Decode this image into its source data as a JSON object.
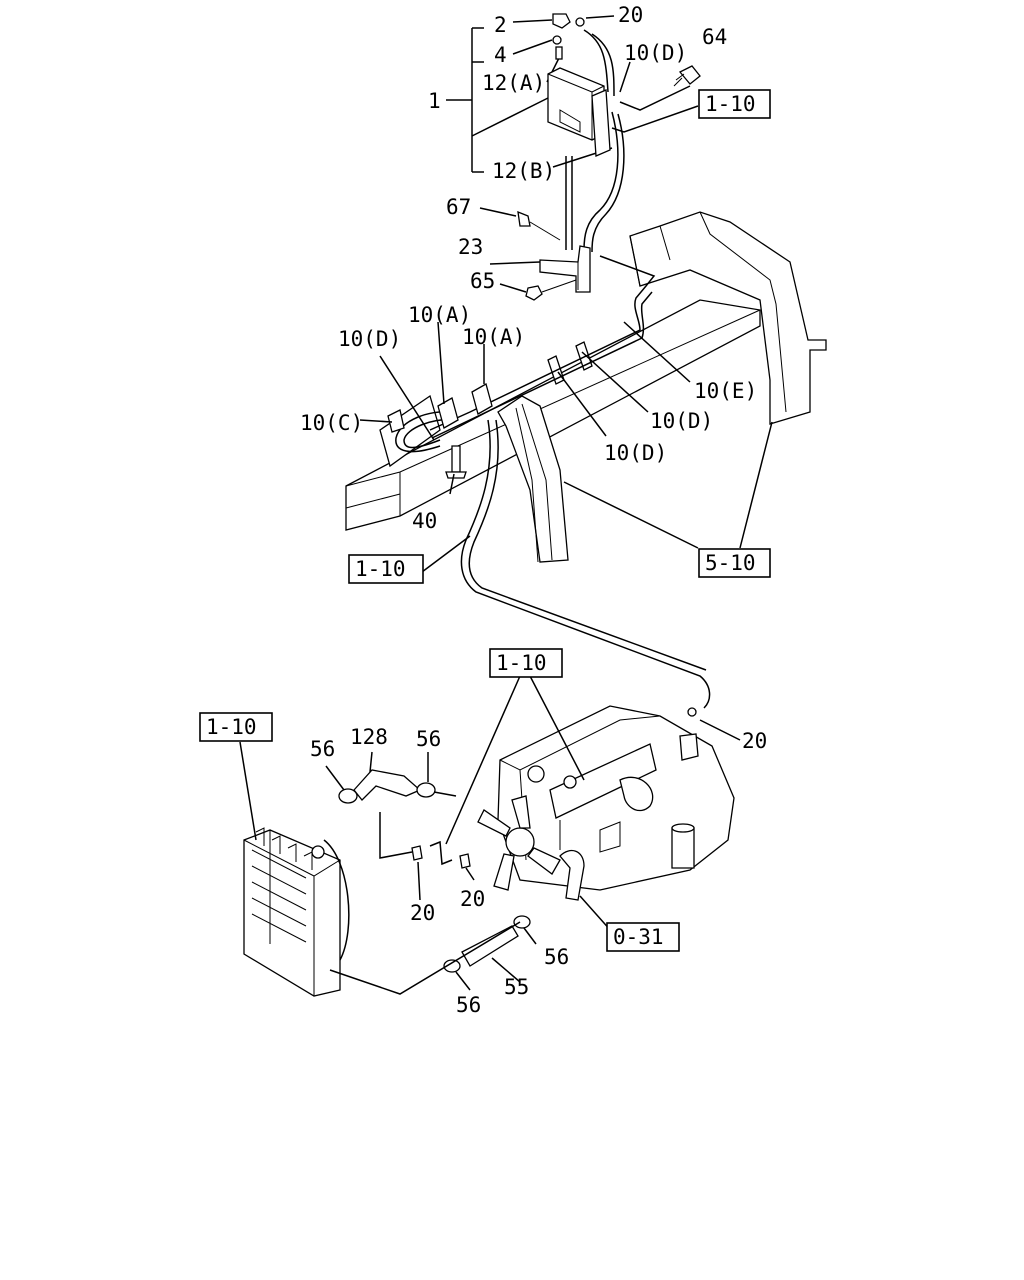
{
  "labels": {
    "l2": "2",
    "l4": "4",
    "l12a": "12(A)",
    "l1": "1",
    "l12b": "12(B)",
    "l20a": "20",
    "l10d_top": "10(D)",
    "l64": "64",
    "l67": "67",
    "l23": "23",
    "l65": "65",
    "l10a_1": "10(A)",
    "l10a_2": "10(A)",
    "l10d_left": "10(D)",
    "l10c": "10(C)",
    "l40": "40",
    "l10e": "10(E)",
    "l10d_mid1": "10(D)",
    "l10d_mid2": "10(D)",
    "l56_a": "56",
    "l128": "128",
    "l56_b": "56",
    "l20_right": "20",
    "l20_b1": "20",
    "l20_b2": "20",
    "l56_c": "56",
    "l55": "55",
    "l56_d": "56"
  },
  "refs": {
    "r1_10_top": "1-10",
    "r1_10_mid": "1-10",
    "r5_10": "5-10",
    "r1_10_engine": "1-10",
    "r1_10_radiator": "1-10",
    "r0_31": "0-31"
  }
}
